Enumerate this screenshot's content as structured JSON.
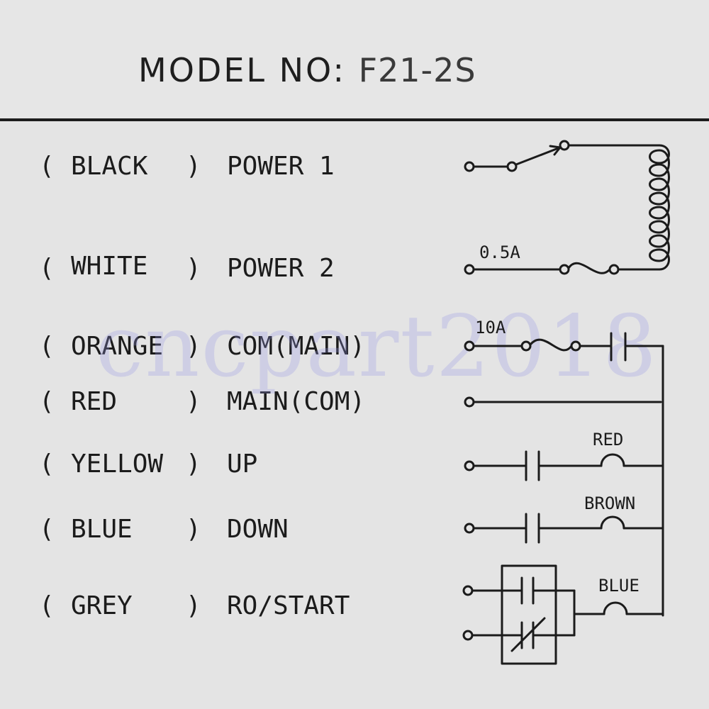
{
  "header": {
    "model_label": "MODEL NO:",
    "model_value": "F21-2S"
  },
  "rows": [
    {
      "color": "BLACK",
      "function": "POWER 1"
    },
    {
      "color": "WHITE",
      "function": "POWER 2"
    },
    {
      "color": "ORANGE",
      "function": "COM(MAIN)"
    },
    {
      "color": "RED",
      "function": "MAIN(COM)"
    },
    {
      "color": "YELLOW",
      "function": "UP"
    },
    {
      "color": "BLUE",
      "function": "DOWN"
    },
    {
      "color": "GREY",
      "function": "RO/START"
    }
  ],
  "paren_open": "(",
  "paren_close": ")",
  "circuit": {
    "fuse_power_label": "0.5A",
    "fuse_main_label": "10A",
    "coil_up_label": "RED",
    "coil_down_label": "BROWN",
    "coil_start_label": "BLUE"
  },
  "watermark": "cncpart2018"
}
